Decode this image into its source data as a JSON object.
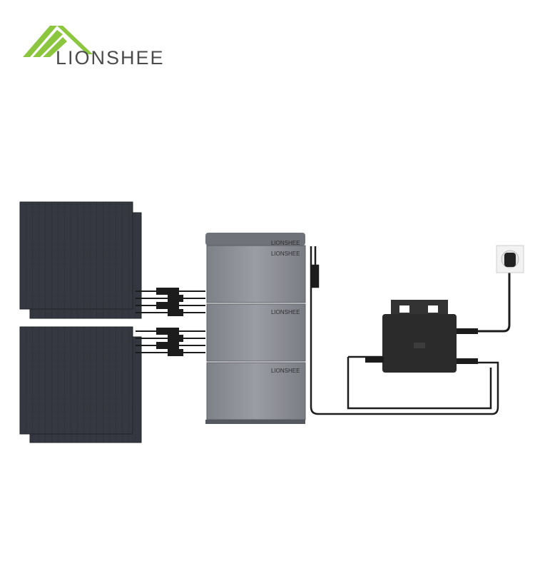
{
  "brand": {
    "logo_text": "LIONSHEE",
    "accent_color": "#8cc63f",
    "text_color": "#4b4b4b"
  },
  "battery": {
    "module_brand": "LIONSHEE",
    "module_count": 3
  },
  "scene": {
    "solar_panel_count": 4,
    "panel_color": "#3a3d45",
    "battery_color": "#8d9096",
    "inverter_color": "#2b2b2b",
    "cable_color": "#1c1c1c"
  },
  "icons": [
    "roof-logo-icon",
    "solar-panel",
    "battery-module",
    "micro-inverter",
    "wall-socket"
  ]
}
